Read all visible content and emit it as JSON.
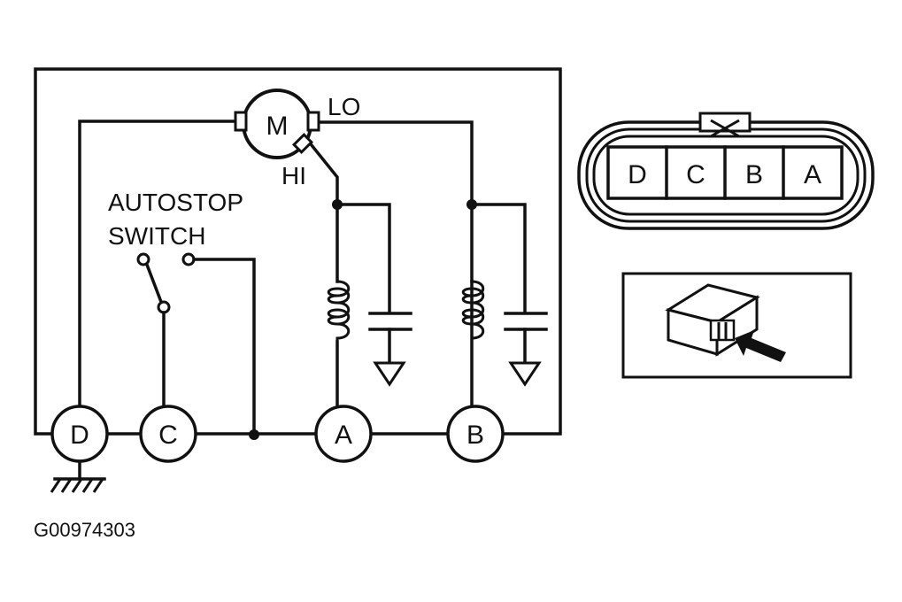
{
  "motor": {
    "symbol": "M",
    "lo_label": "LO",
    "hi_label": "HI"
  },
  "autostop_switch": {
    "line1": "AUTOSTOP",
    "line2": "SWITCH"
  },
  "terminals": {
    "d": "D",
    "c": "C",
    "a": "A",
    "b": "B"
  },
  "connector_pins": [
    "D",
    "C",
    "B",
    "A"
  ],
  "figure_code": "G00974303"
}
